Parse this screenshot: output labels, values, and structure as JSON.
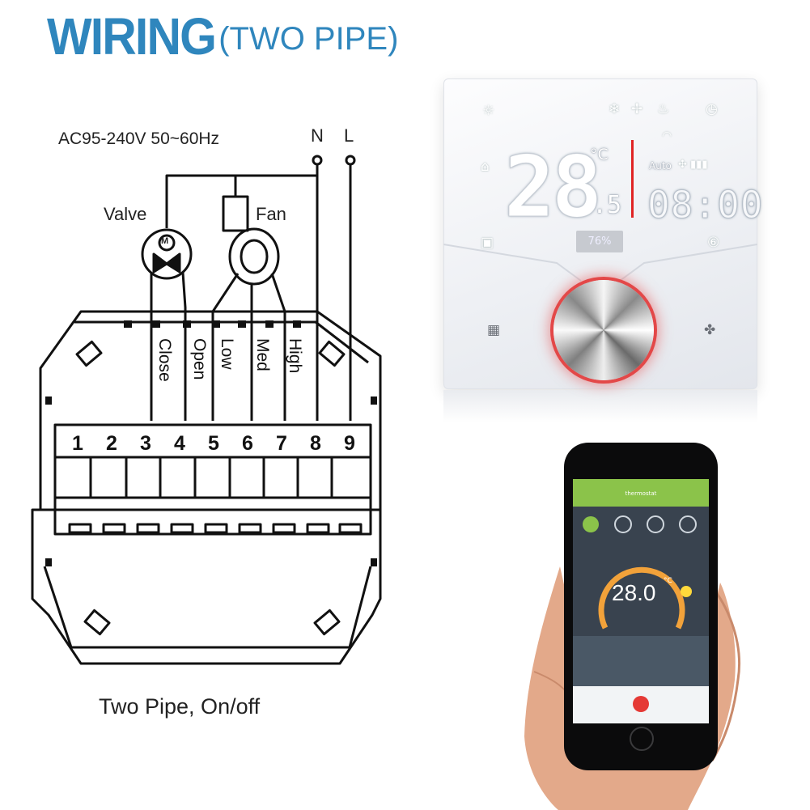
{
  "title": {
    "main": "WIRING",
    "sub": "(TWO PIPE)"
  },
  "diagram": {
    "supply": "AC95-240V  50~60Hz",
    "neutral": "N",
    "live": "L",
    "valve": "Valve",
    "valve_motor": "M",
    "fan": "Fan",
    "caption": "Two Pipe, On/off",
    "terminal_labels": [
      "Close",
      "Open",
      "Low",
      "Med",
      "High"
    ],
    "terminal_numbers": [
      "1",
      "2",
      "3",
      "4",
      "5",
      "6",
      "7",
      "8",
      "9"
    ]
  },
  "thermostat": {
    "temp": "28",
    "temp_decimal": ".5",
    "unit": "°C",
    "mode": "Auto",
    "clock": "08:00",
    "humidity": "76%"
  },
  "phone": {
    "app_title": "thermostat",
    "temp": "28.0",
    "unit": "°C"
  },
  "colors": {
    "title_blue": "#2f86bd",
    "app_green": "#8bc34a",
    "accent_red": "#e02424"
  }
}
